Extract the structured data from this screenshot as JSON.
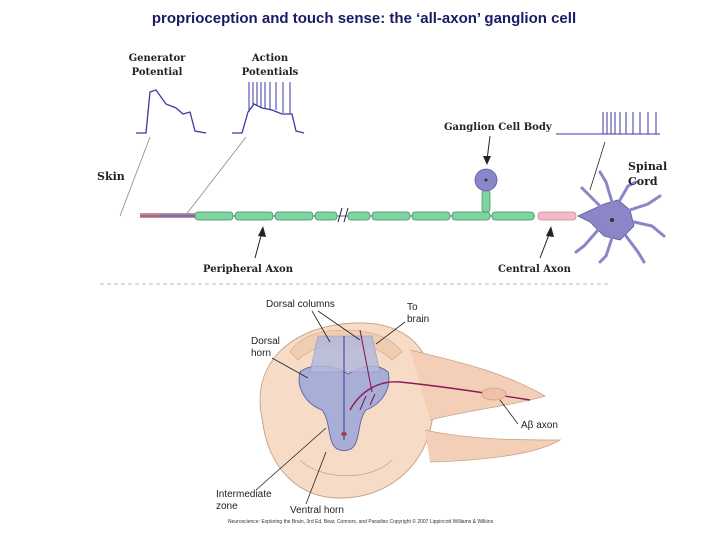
{
  "title": "proprioception and touch sense: the ‘all-axon’ ganglion cell",
  "top_diagram": {
    "generator_potential": [
      "Generator",
      "Potential"
    ],
    "action_potentials": [
      "Action",
      "Potentials"
    ],
    "ganglion_cell_body": "Ganglion Cell Body",
    "skin": "Skin",
    "spinal_cord": [
      "Spinal",
      "Cord"
    ],
    "peripheral_axon": "Peripheral Axon",
    "central_axon": "Central Axon"
  },
  "bottom_diagram": {
    "dorsal_columns": "Dorsal columns",
    "to_brain": [
      "To",
      "brain"
    ],
    "dorsal_horn": [
      "Dorsal",
      "horn"
    ],
    "ab_axon": "Aβ axon",
    "intermediate_zone": [
      "Intermediate",
      "zone"
    ],
    "ventral_horn": "Ventral horn",
    "citation": "Neuroscience: Exploring the Brain, 3rd Ed, Bear, Connors, and Paradiso Copyright © 2007 Lippincott Williams & Wilkins"
  },
  "colors": {
    "title": "#1a1a66",
    "axon_green": "#7fd4a0",
    "neuron_purple": "#8a86c8",
    "trace_blue": "#3a3aa0",
    "cord_pink": "#f0c8b0",
    "gray_matter": "#a8aed6"
  }
}
